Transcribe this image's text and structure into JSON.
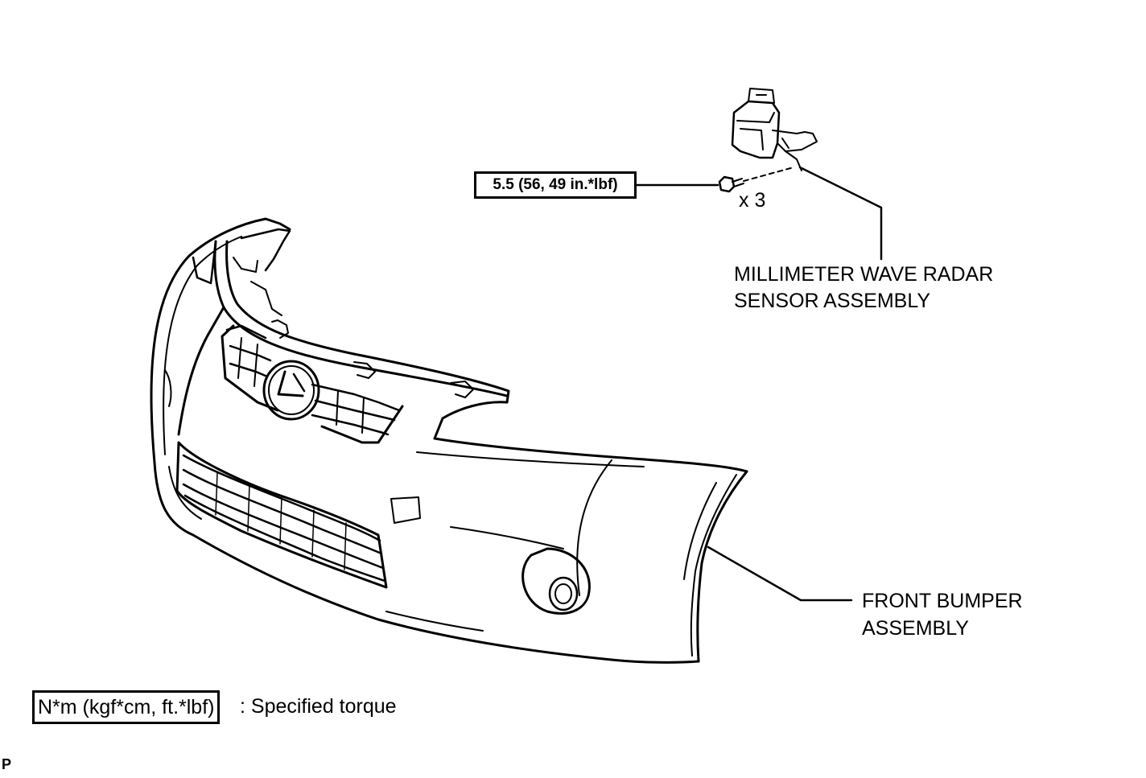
{
  "torque_spec": "5.5 (56, 49 in.*lbf)",
  "fastener_quantity": "x 3",
  "parts": {
    "radar_sensor": {
      "line1": "MILLIMETER WAVE RADAR",
      "line2": "SENSOR ASSEMBLY"
    },
    "front_bumper": {
      "line1": "FRONT BUMPER",
      "line2": "ASSEMBLY"
    }
  },
  "legend": {
    "unit": "N*m (kgf*cm, ft.*lbf)",
    "description": ": Specified torque"
  },
  "corner_mark": "P",
  "colors": {
    "line": "#000000",
    "background": "#ffffff"
  },
  "icons": {
    "bolt": "bolt-icon",
    "emblem": "lexus-emblem-icon"
  }
}
